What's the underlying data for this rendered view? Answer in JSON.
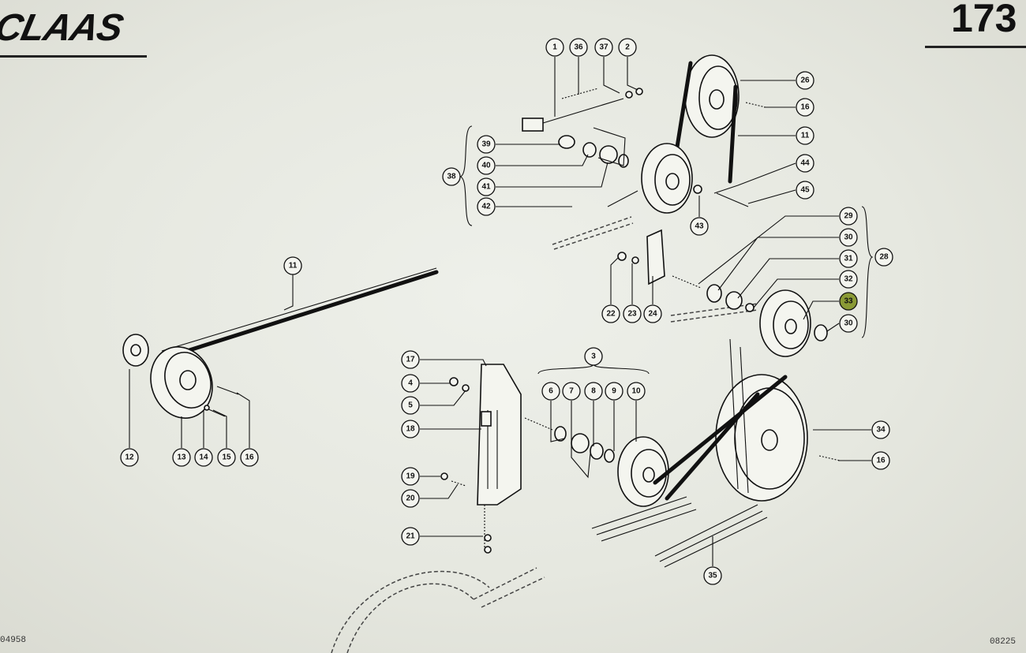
{
  "header": {
    "brand": "CLAAS",
    "page_number": "173"
  },
  "footer": {
    "left_code": "04958",
    "right_code": "08225"
  },
  "callouts": [
    {
      "label": "1",
      "name": "callout-1"
    },
    {
      "label": "36",
      "name": "callout-36"
    },
    {
      "label": "37",
      "name": "callout-37"
    },
    {
      "label": "2",
      "name": "callout-2"
    },
    {
      "label": "26",
      "name": "callout-26"
    },
    {
      "label": "16",
      "name": "callout-16-top"
    },
    {
      "label": "11",
      "name": "callout-11-top"
    },
    {
      "label": "44",
      "name": "callout-44"
    },
    {
      "label": "45",
      "name": "callout-45"
    },
    {
      "label": "39",
      "name": "callout-39"
    },
    {
      "label": "40",
      "name": "callout-40"
    },
    {
      "label": "41",
      "name": "callout-41"
    },
    {
      "label": "42",
      "name": "callout-42"
    },
    {
      "label": "38",
      "name": "callout-38-group"
    },
    {
      "label": "43",
      "name": "callout-43"
    },
    {
      "label": "29",
      "name": "callout-29"
    },
    {
      "label": "30",
      "name": "callout-30-a"
    },
    {
      "label": "31",
      "name": "callout-31"
    },
    {
      "label": "32",
      "name": "callout-32"
    },
    {
      "label": "33",
      "name": "callout-33"
    },
    {
      "label": "30",
      "name": "callout-30-b"
    },
    {
      "label": "28",
      "name": "callout-28-group"
    },
    {
      "label": "22",
      "name": "callout-22"
    },
    {
      "label": "23",
      "name": "callout-23"
    },
    {
      "label": "24",
      "name": "callout-24"
    },
    {
      "label": "11",
      "name": "callout-11-left"
    },
    {
      "label": "12",
      "name": "callout-12"
    },
    {
      "label": "13",
      "name": "callout-13"
    },
    {
      "label": "14",
      "name": "callout-14"
    },
    {
      "label": "15",
      "name": "callout-15"
    },
    {
      "label": "16",
      "name": "callout-16-left"
    },
    {
      "label": "17",
      "name": "callout-17"
    },
    {
      "label": "4",
      "name": "callout-4"
    },
    {
      "label": "5",
      "name": "callout-5"
    },
    {
      "label": "18",
      "name": "callout-18"
    },
    {
      "label": "19",
      "name": "callout-19"
    },
    {
      "label": "20",
      "name": "callout-20"
    },
    {
      "label": "21",
      "name": "callout-21"
    },
    {
      "label": "3",
      "name": "callout-3-group"
    },
    {
      "label": "6",
      "name": "callout-6"
    },
    {
      "label": "7",
      "name": "callout-7"
    },
    {
      "label": "8",
      "name": "callout-8"
    },
    {
      "label": "9",
      "name": "callout-9"
    },
    {
      "label": "10",
      "name": "callout-10"
    },
    {
      "label": "34",
      "name": "callout-34"
    },
    {
      "label": "16",
      "name": "callout-16-right"
    },
    {
      "label": "35",
      "name": "callout-35"
    }
  ]
}
